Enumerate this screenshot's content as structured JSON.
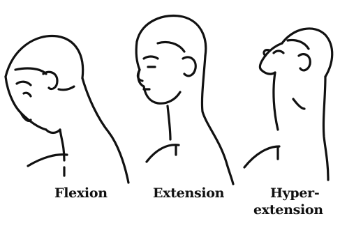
{
  "panels": [
    {
      "id": "flexion",
      "label": "Flexion"
    },
    {
      "id": "extension",
      "label": "Extension"
    },
    {
      "id": "hyperextension",
      "label_line1": "Hyper-",
      "label_line2": "extension"
    }
  ],
  "colors": {
    "ink": "#111111",
    "background": "#ffffff"
  }
}
